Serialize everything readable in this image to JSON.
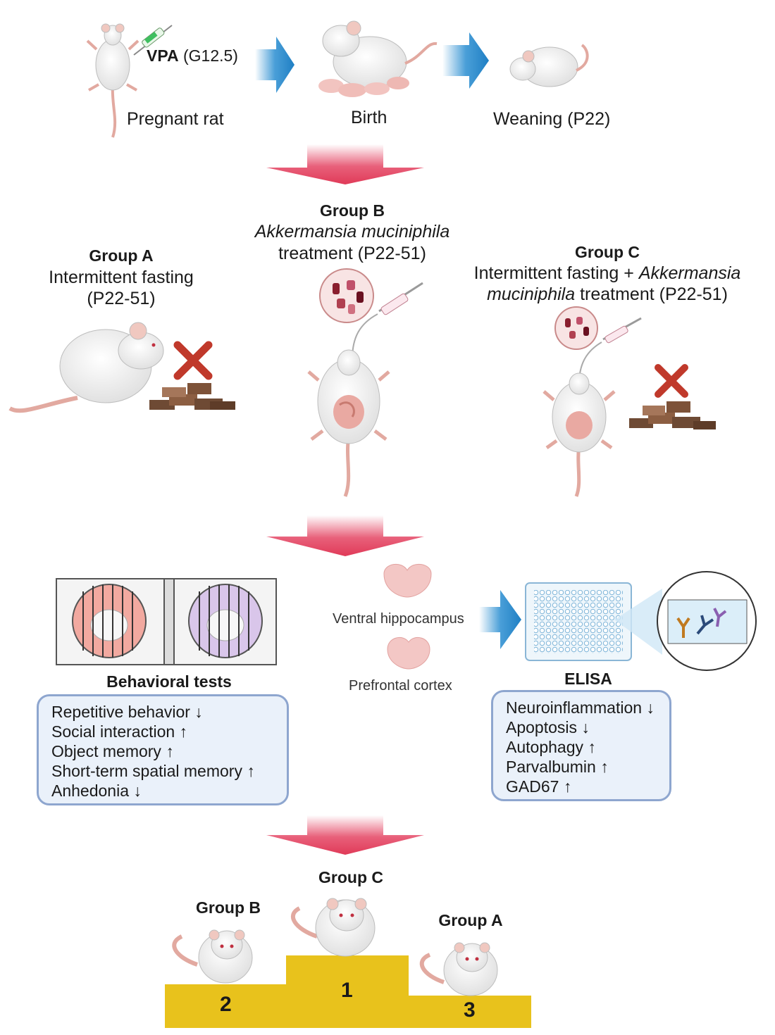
{
  "top": {
    "vpa_bold": "VPA",
    "vpa_rest": " (G12.5)",
    "pregnant": "Pregnant rat",
    "birth": "Birth",
    "weaning": "Weaning (P22)"
  },
  "groupA": {
    "title": "Group A",
    "line1": "Intermittent fasting",
    "line2": "(P22-51)"
  },
  "groupB": {
    "title": "Group B",
    "line1_italic": "Akkermansia muciniphila",
    "line2": "treatment (P22-51)"
  },
  "groupC": {
    "title": "Group C",
    "line1_plain": "Intermittent fasting + ",
    "line1_italic": "Akkermansia",
    "line2_italic": "muciniphila",
    "line2_plain": " treatment (P22-51)"
  },
  "tissues": {
    "hippocampus": "Ventral hippocampus",
    "cortex": "Prefrontal cortex"
  },
  "behavioral": {
    "title": "Behavioral tests",
    "items": [
      "Repetitive behavior ↓",
      "Social interaction ↑",
      "Object memory ↑",
      "Short-term spatial memory ↑",
      "Anhedonia ↓"
    ]
  },
  "elisa": {
    "title": "ELISA",
    "items": [
      "Neuroinflammation ↓",
      "Apoptosis ↓",
      "Autophagy ↑",
      "Parvalbumin ↑",
      "GAD67 ↑"
    ]
  },
  "podium": {
    "first_label": "Group C",
    "second_label": "Group B",
    "third_label": "Group A",
    "first_rank": "1",
    "second_rank": "2",
    "third_rank": "3"
  },
  "colors": {
    "red_arrow": "#e0405c",
    "blue_arrow": "#1f7fc4",
    "podium": "#e8c21c",
    "cross": "#c0392b",
    "box_border": "#8ea6cf",
    "box_fill": "#eaf1fa"
  }
}
